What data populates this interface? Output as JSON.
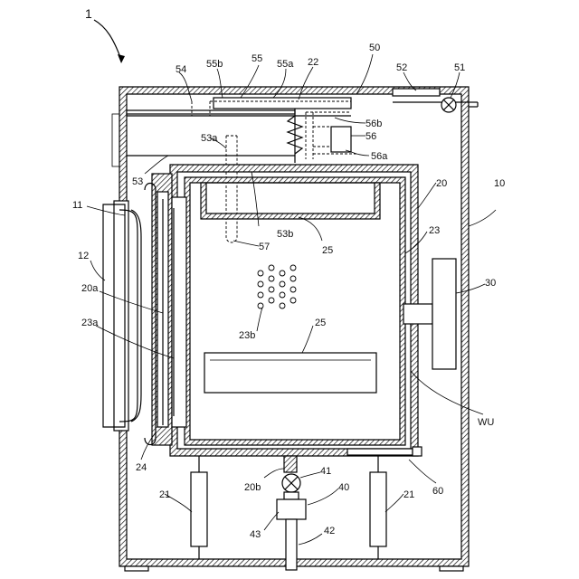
{
  "labels": {
    "ref_1": "1",
    "ref_10": "10",
    "ref_11": "11",
    "ref_12": "12",
    "ref_20": "20",
    "ref_20a": "20a",
    "ref_20b": "20b",
    "ref_21_left": "21",
    "ref_21_right": "21",
    "ref_22": "22",
    "ref_23": "23",
    "ref_23a": "23a",
    "ref_23b": "23b",
    "ref_24": "24",
    "ref_25_top": "25",
    "ref_25_bottom": "25",
    "ref_30": "30",
    "ref_40": "40",
    "ref_41": "41",
    "ref_42": "42",
    "ref_43": "43",
    "ref_50": "50",
    "ref_51": "51",
    "ref_52": "52",
    "ref_53": "53",
    "ref_53a": "53a",
    "ref_53b": "53b",
    "ref_54": "54",
    "ref_55": "55",
    "ref_55a": "55a",
    "ref_55b": "55b",
    "ref_56": "56",
    "ref_56a": "56a",
    "ref_56b": "56b",
    "ref_57": "57",
    "ref_60": "60",
    "ref_WU": "WU"
  }
}
